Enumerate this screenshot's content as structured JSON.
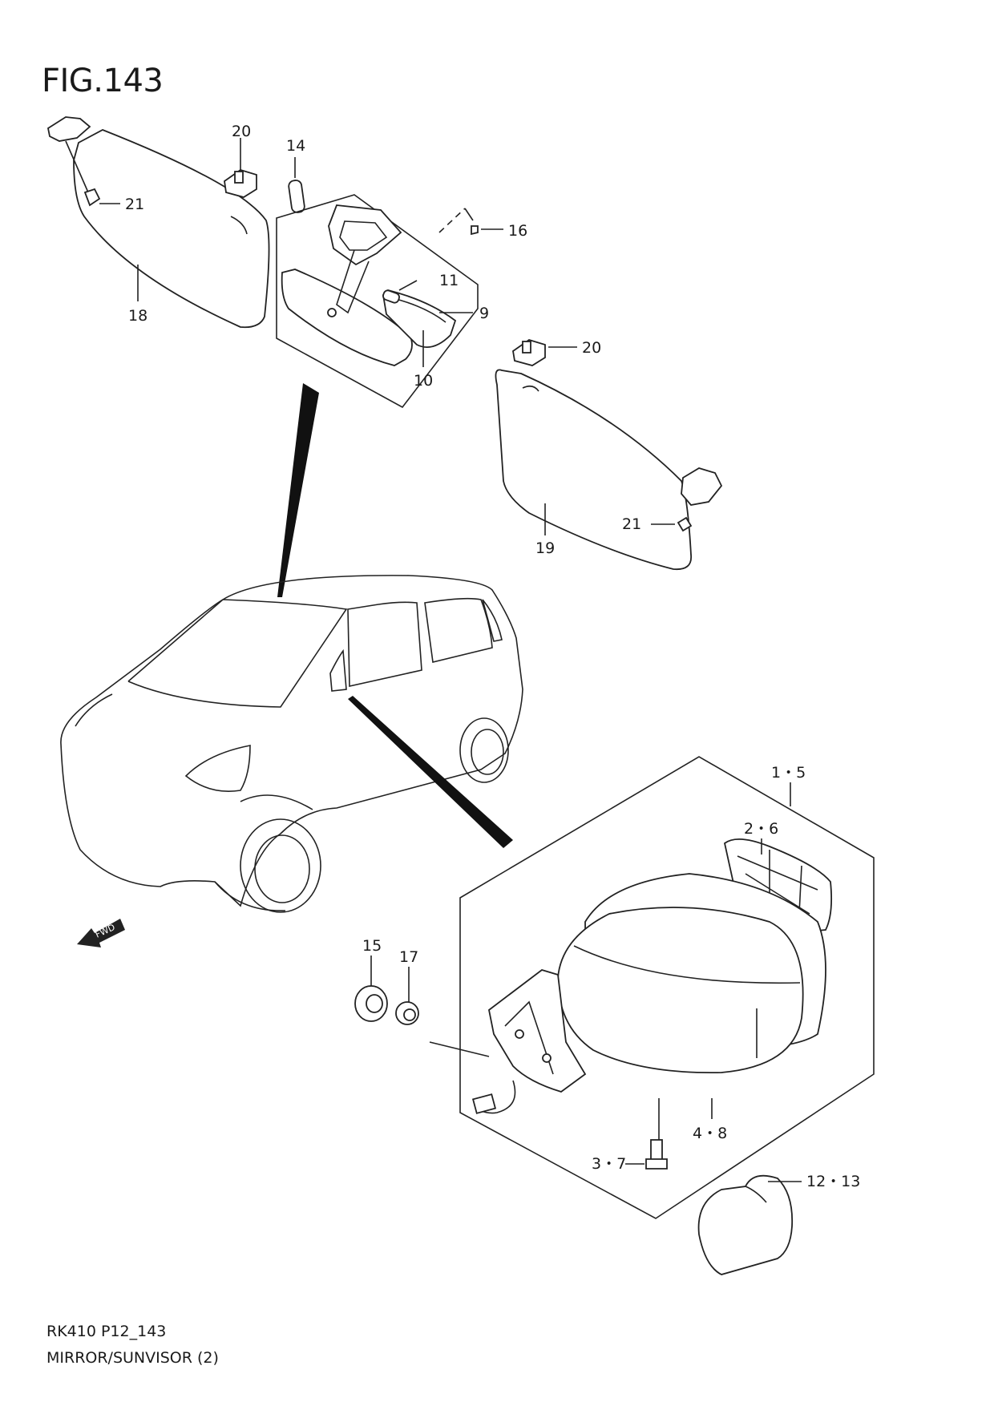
{
  "figure": {
    "title": "FIG.143",
    "code": "RK410 P12_143",
    "description": "MIRROR/SUNVISOR (2)",
    "fwd_label": "FWD"
  },
  "callouts": {
    "c20a": "20",
    "c14": "14",
    "c21a": "21",
    "c16": "16",
    "c11": "11",
    "c9": "9",
    "c18": "18",
    "c10": "10",
    "c20b": "20",
    "c21b": "21",
    "c19": "19",
    "c1_5": "1・5",
    "c2_6": "2・6",
    "c15": "15",
    "c17": "17",
    "c4_8": "4・8",
    "c3_7": "3・7",
    "c12_13": "12・13"
  }
}
